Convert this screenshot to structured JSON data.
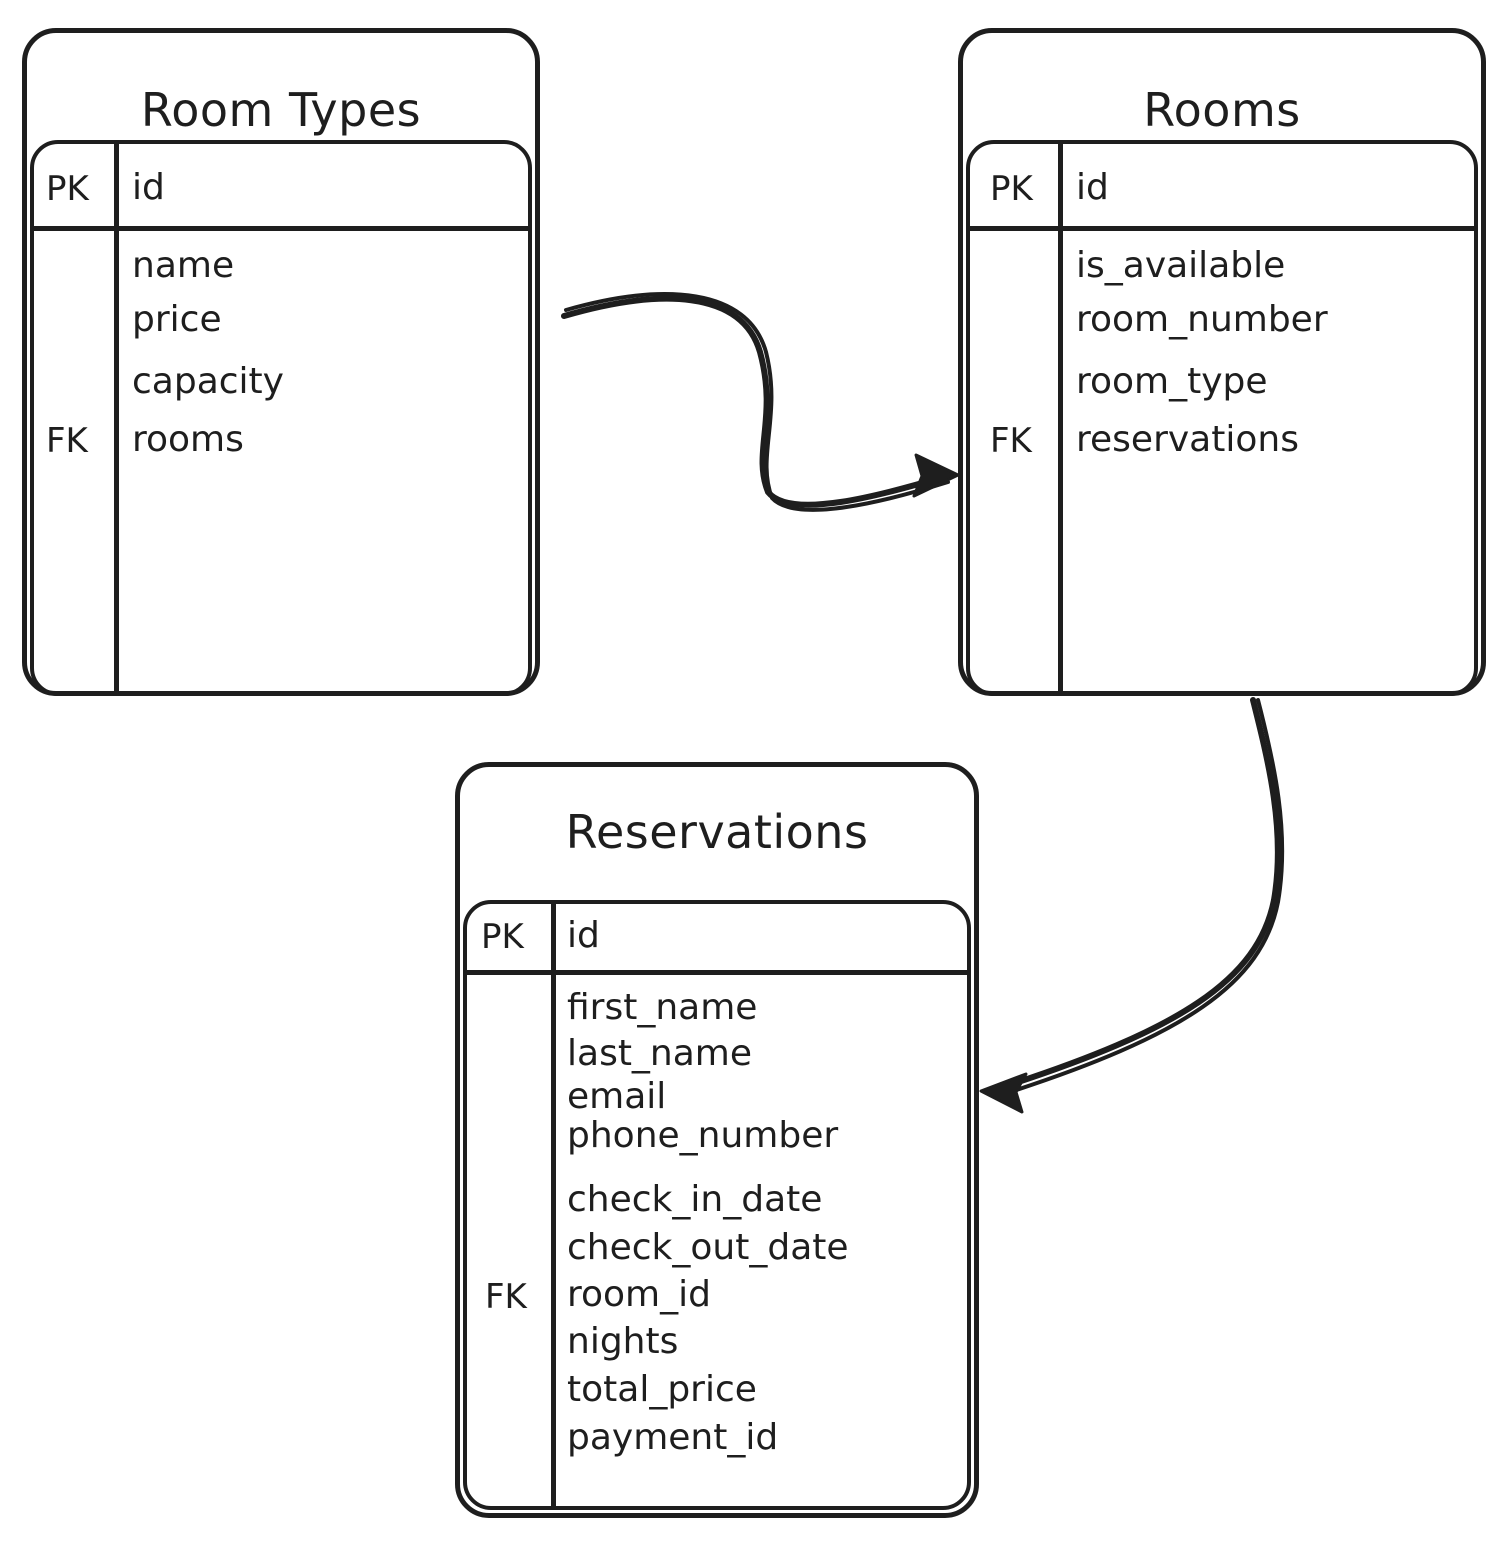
{
  "diagram": {
    "type": "entity-relationship-diagram",
    "style": "hand-drawn",
    "background_color": "#ffffff",
    "stroke_color": "#1e1e1e",
    "text_color": "#1e1e1e"
  },
  "entities": [
    {
      "id": "room_types",
      "title": "Room Types",
      "key_column_header": "",
      "primary_key": {
        "key": "PK",
        "field": "id"
      },
      "foreign_key_marker": "FK",
      "attributes": [
        {
          "key": "",
          "field": "name"
        },
        {
          "key": "",
          "field": "price"
        },
        {
          "key": "",
          "field": "capacity"
        },
        {
          "key": "FK",
          "field": "rooms"
        }
      ]
    },
    {
      "id": "rooms",
      "title": "Rooms",
      "key_column_header": "",
      "primary_key": {
        "key": "PK",
        "field": "id"
      },
      "foreign_key_marker": "FK",
      "attributes": [
        {
          "key": "",
          "field": "is_available"
        },
        {
          "key": "",
          "field": "room_number"
        },
        {
          "key": "",
          "field": "room_type"
        },
        {
          "key": "FK",
          "field": "reservations"
        }
      ]
    },
    {
      "id": "reservations",
      "title": "Reservations",
      "key_column_header": "",
      "primary_key": {
        "key": "PK",
        "field": "id"
      },
      "foreign_key_marker": "FK",
      "attributes": [
        {
          "key": "",
          "field": "first_name"
        },
        {
          "key": "",
          "field": "last_name"
        },
        {
          "key": "",
          "field": "email"
        },
        {
          "key": "",
          "field": "phone_number"
        },
        {
          "key": "",
          "field": "check_in_date"
        },
        {
          "key": "",
          "field": "check_out_date"
        },
        {
          "key": "FK",
          "field": "room_id"
        },
        {
          "key": "",
          "field": "nights"
        },
        {
          "key": "",
          "field": "total_price"
        },
        {
          "key": "",
          "field": "payment_id"
        }
      ]
    }
  ],
  "relationships": [
    {
      "from": "room_types",
      "to": "rooms",
      "label": "",
      "arrow": "single"
    },
    {
      "from": "rooms",
      "to": "reservations",
      "label": "",
      "arrow": "single"
    }
  ]
}
